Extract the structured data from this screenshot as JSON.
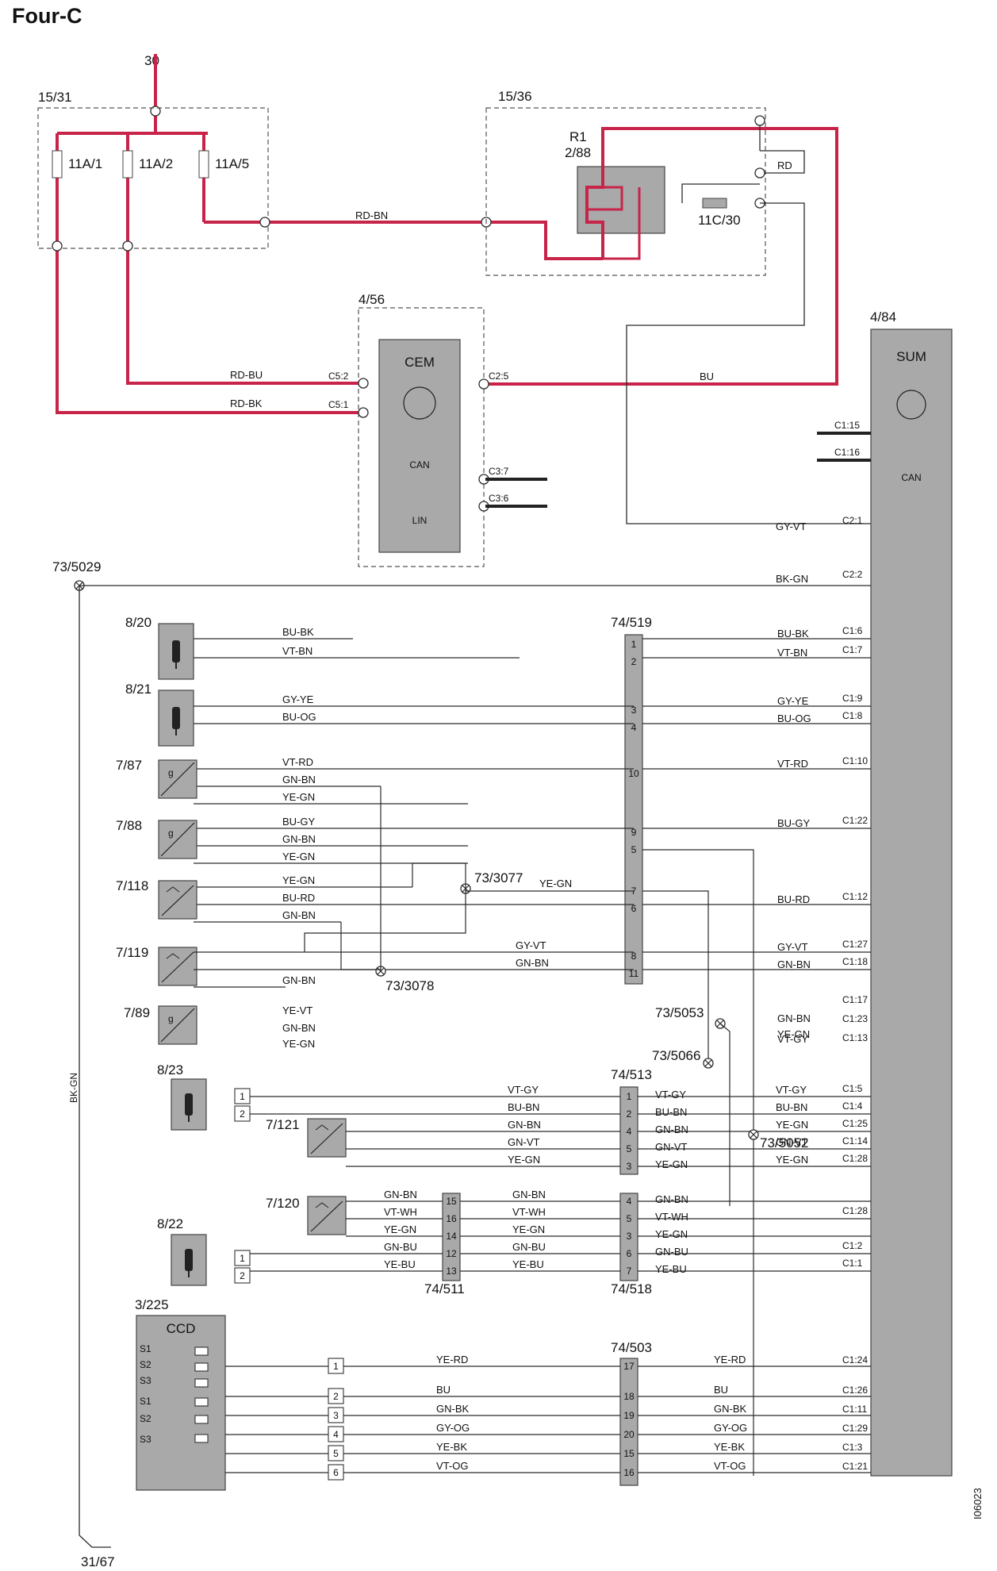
{
  "title": "Four-C",
  "image_id": "I06023",
  "colors": {
    "power": "#c8244a",
    "wire": "#2b2b2b",
    "box": "#a9a9a9",
    "border": "#444444"
  },
  "power": {
    "label": "30",
    "ground": "31/67",
    "ground_bus": "73/5029",
    "ground_wire": "BK-GN"
  },
  "fuse_box": {
    "ref": "15/31",
    "fuses": [
      "11A/1",
      "11A/2",
      "11A/5"
    ]
  },
  "relay_box": {
    "ref": "15/36",
    "relay_ref": "R1",
    "relay_id": "2/88",
    "fuse": "11C/30",
    "rd_label": "RD",
    "rd_bn": "RD-BN"
  },
  "cem": {
    "ref": "4/56",
    "name": "CEM",
    "can": "CAN",
    "lin": "LIN",
    "pins": [
      "C5:2",
      "C5:1",
      "C2:5",
      "C3:7",
      "C3:6"
    ],
    "wires": [
      "RD-BU",
      "RD-BK",
      "BU"
    ]
  },
  "sum": {
    "ref": "4/84",
    "name": "SUM",
    "can": "CAN",
    "pins": [
      "C1:15",
      "C1:16",
      "C2:1",
      "C2:2"
    ],
    "wires": [
      "GY-VT",
      "BK-GN"
    ]
  },
  "components": [
    "8/20",
    "8/21",
    "7/87",
    "7/88",
    "7/118",
    "7/119",
    "7/89",
    "8/23",
    "7/121",
    "7/120",
    "8/22"
  ],
  "splices": [
    "73/3077",
    "73/3078",
    "73/5053",
    "73/5066",
    "73/5052"
  ],
  "connectors": [
    "74/519",
    "74/513",
    "74/511",
    "74/518",
    "74/503"
  ],
  "ccd": {
    "ref": "3/225",
    "name": "CCD",
    "labels": [
      "S1",
      "S2",
      "S3",
      "S1",
      "S2",
      "S3"
    ]
  },
  "sum_wire_labels": [
    "BU-BK",
    "VT-BN",
    "GY-YE",
    "BU-OG",
    "VT-RD",
    "BU-GY",
    "BU-RD",
    "GY-VT",
    "GN-BN",
    "GN-BN",
    "YE-GN",
    "VT-GY",
    "BU-BN",
    "YE-GN",
    "GN-VT",
    "YE-GN",
    "GN-BN",
    "VT-WH",
    "YE-GN",
    "GN-BU",
    "YE-BU",
    "YE-RD",
    "BU",
    "GN-BK",
    "GY-OG",
    "YE-BK",
    "VT-OG"
  ],
  "sum_pin_labels": [
    "C1:6",
    "C1:7",
    "C1:9",
    "C1:8",
    "C1:10",
    "C1:22",
    "C1:12",
    "C1:27",
    "C1:18",
    "C1:17",
    "C1:23",
    "C1:13",
    "C1:5",
    "C1:4",
    "C1:25",
    "C1:14",
    "C1:28",
    "C1:2",
    "C1:1",
    "C1:24",
    "C1:26",
    "C1:11",
    "C1:29",
    "C1:3",
    "C1:21"
  ],
  "left_wire_labels": [
    "BU-BK",
    "VT-BN",
    "GY-YE",
    "BU-OG",
    "VT-RD",
    "GN-BN",
    "YE-GN",
    "BU-GY",
    "GN-BN",
    "YE-GN",
    "YE-GN",
    "BU-RD",
    "GN-BN",
    "YE-GN",
    "YE-GN",
    "GY-VT",
    "GN-BN",
    "GN-BN",
    "YE-VT",
    "GN-BN",
    "YE-GN",
    "VT-GY",
    "BU-BN",
    "GN-BN",
    "GN-VT",
    "YE-GN",
    "GN-BN",
    "VT-WH",
    "YE-GN",
    "GN-BU",
    "YE-BU",
    "GN-BN",
    "VT-WH",
    "YE-GN",
    "GN-BU",
    "YE-BU",
    "YE-RD",
    "BU",
    "GN-BK",
    "GY-OG",
    "YE-BK",
    "VT-OG"
  ]
}
